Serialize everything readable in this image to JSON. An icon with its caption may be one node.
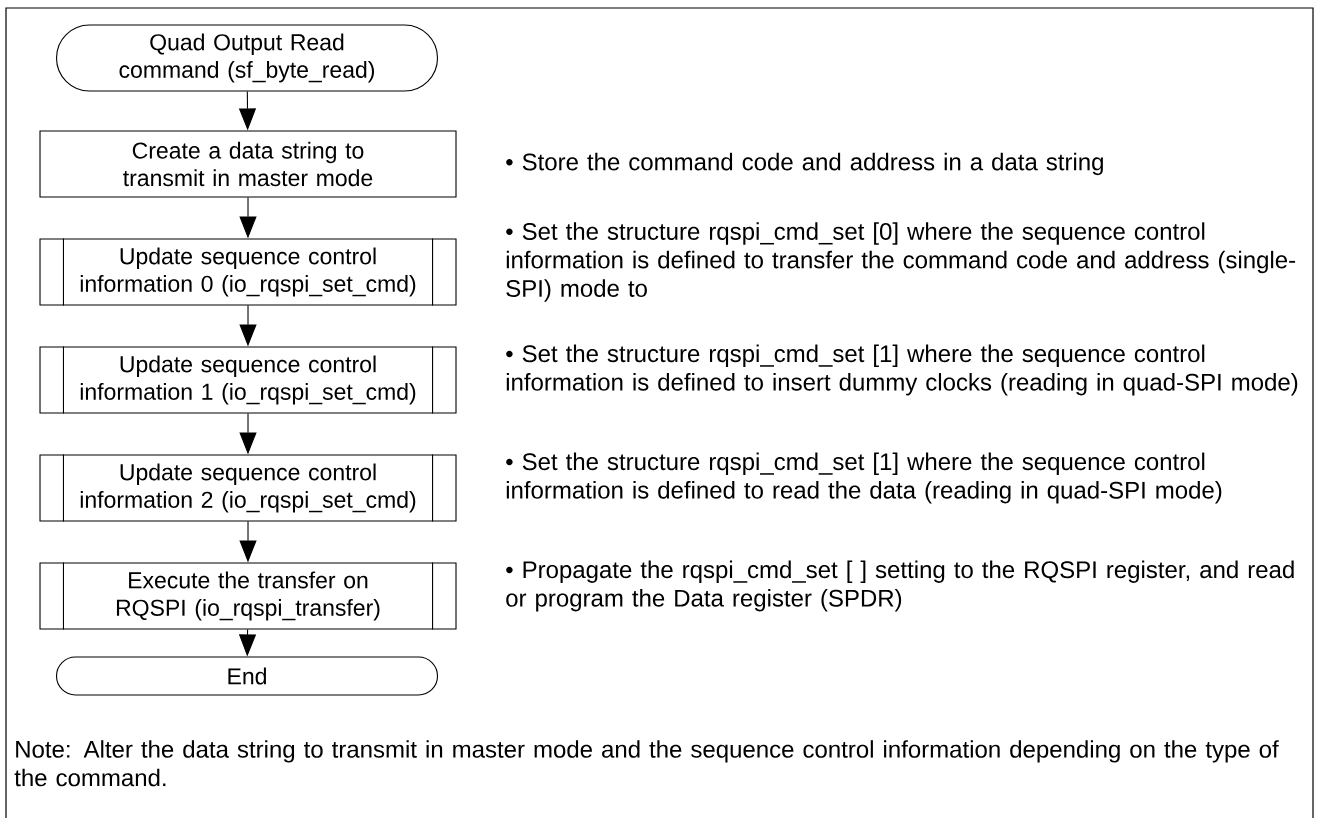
{
  "diagram": {
    "nodes": [
      {
        "text": [
          "Quad Output Read command (sf_byte_read)"
        ]
      },
      {
        "text": [
          "Create a data string to transmit in master mode"
        ]
      },
      {
        "text": [
          "Update sequence control information 0 (io_rqspi_set_cmd)"
        ]
      },
      {
        "text": [
          "Update sequence control information 1 (io_rqspi_set_cmd)"
        ]
      },
      {
        "text": [
          "Update sequence control information 2 (io_rqspi_set_cmd)"
        ]
      },
      {
        "text": [
          "Execute the transfer on RQSPI (io_rqspi_transfer)"
        ]
      },
      {
        "text": [
          "End"
        ]
      }
    ],
    "edges": [
      {
        "from": 0,
        "to": 1,
        "arrow": "to"
      },
      {
        "from": 1,
        "to": 2,
        "arrow": "to"
      },
      {
        "from": 2,
        "to": 3,
        "arrow": "to"
      },
      {
        "from": 3,
        "to": 4,
        "arrow": "to"
      },
      {
        "from": 4,
        "to": 5,
        "arrow": "to"
      },
      {
        "from": 5,
        "to": 6,
        "arrow": "to"
      }
    ],
    "labels": [
      "• Store the command code and address in a data string",
      "• Set the structure rqspi_cmd_set [0] where the sequence control information is defined to transfer the command code and address (single-SPI) mode to",
      "• Set the structure rqspi_cmd_set [1] where the sequence control information is defined to insert dummy clocks (reading in quad-SPI mode)",
      "• Set the structure rqspi_cmd_set [1] where the sequence control information is defined to read the data (reading in quad-SPI mode)",
      "• Propagate the rqspi_cmd_set [ ] setting to the RQSPI register, and read or program the Data register (SPDR)",
      "Note: Alter the data string to transmit in master mode and the sequence control information depending on the type of the command."
    ]
  }
}
